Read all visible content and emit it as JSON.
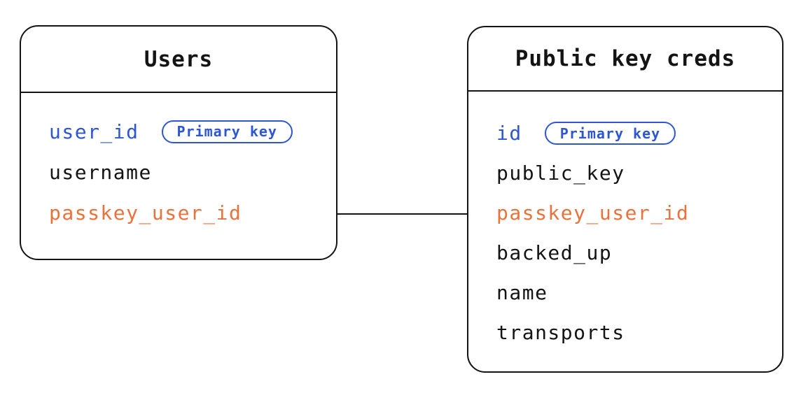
{
  "tables": [
    {
      "title": "Users",
      "fields": [
        {
          "name": "user_id",
          "color": "blue",
          "badge": "Primary key"
        },
        {
          "name": "username",
          "color": "ink"
        },
        {
          "name": "passkey_user_id",
          "color": "orange"
        }
      ]
    },
    {
      "title": "Public key creds",
      "fields": [
        {
          "name": "id",
          "color": "blue",
          "badge": "Primary key"
        },
        {
          "name": "public_key",
          "color": "ink"
        },
        {
          "name": "passkey_user_id",
          "color": "orange"
        },
        {
          "name": "backed_up",
          "color": "ink"
        },
        {
          "name": "name",
          "color": "ink"
        },
        {
          "name": "transports",
          "color": "ink"
        }
      ]
    }
  ],
  "connector": {
    "from_table": "Users",
    "to_table": "Public key creds",
    "row": "passkey_user_id"
  },
  "colors": {
    "ink": "#141414",
    "blue": "#2c56d2",
    "orange": "#e9723a",
    "background": "#ffffff"
  }
}
